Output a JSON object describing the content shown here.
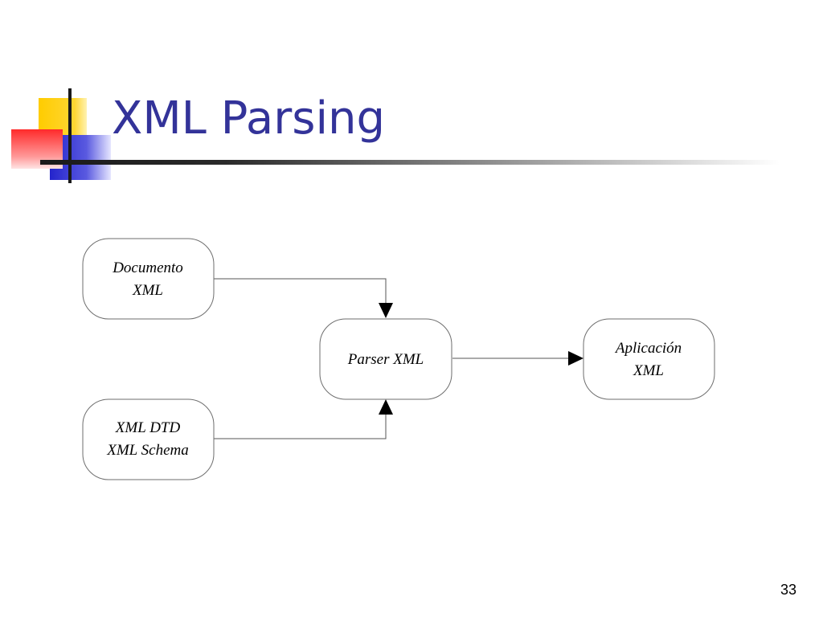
{
  "slide": {
    "title": "XML Parsing",
    "page_number": "33"
  },
  "diagram": {
    "nodes": {
      "documento_xml": {
        "lines": [
          "Documento",
          "XML"
        ]
      },
      "xml_dtd_schema": {
        "lines": [
          "XML DTD",
          "XML Schema"
        ]
      },
      "parser_xml": {
        "lines": [
          "Parser XML"
        ]
      },
      "aplicacion_xml": {
        "lines": [
          "Aplicación",
          "XML"
        ]
      }
    },
    "edges": [
      {
        "from": "documento_xml",
        "to": "parser_xml"
      },
      {
        "from": "xml_dtd_schema",
        "to": "parser_xml"
      },
      {
        "from": "parser_xml",
        "to": "aplicacion_xml"
      }
    ]
  },
  "theme": {
    "title_color": "#333399",
    "logo_yellow": "#ffcc00",
    "logo_red": "#ff3333",
    "logo_blue": "#3333cc"
  }
}
